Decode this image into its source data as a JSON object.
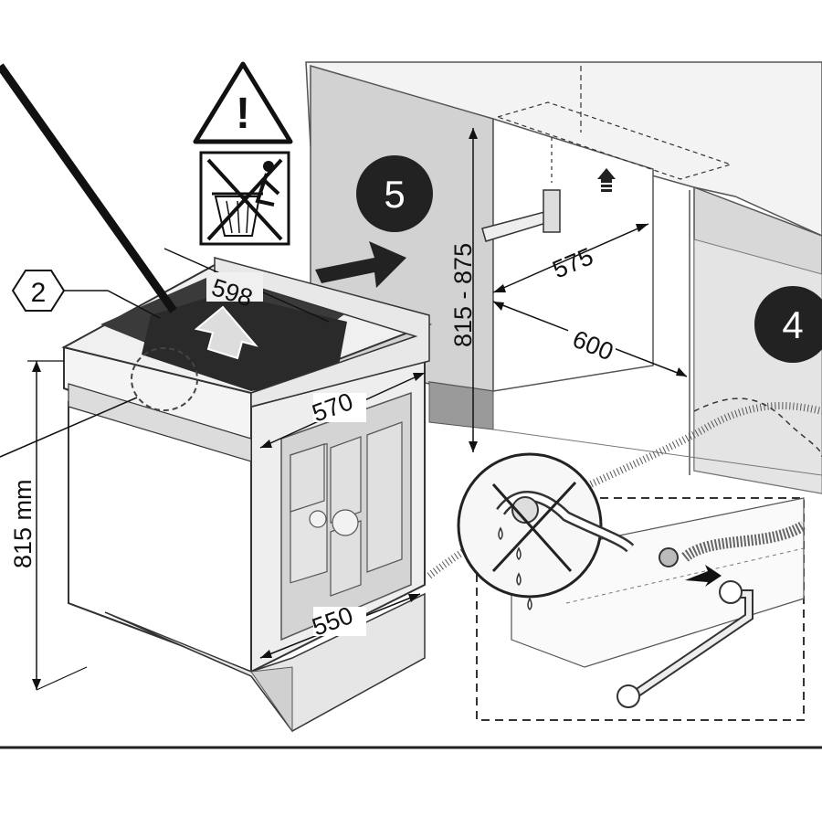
{
  "figure": {
    "callout_number": "2",
    "steps": {
      "step_5": "5",
      "step_4": "4"
    },
    "dimensions": {
      "niche_width": "600",
      "niche_inner": "575",
      "niche_height": "815 - 875",
      "appliance_width": "598",
      "appliance_depth_top": "570",
      "appliance_depth_bottom": "550",
      "appliance_height": "815 mm"
    },
    "symbols": {
      "warning": "!",
      "no_disposal": "do-not-dispose-icon",
      "no_leak": "no-drip-icon",
      "move_arrow": "arrow-right-icon",
      "lift_arrow": "arrow-up-icon"
    }
  }
}
